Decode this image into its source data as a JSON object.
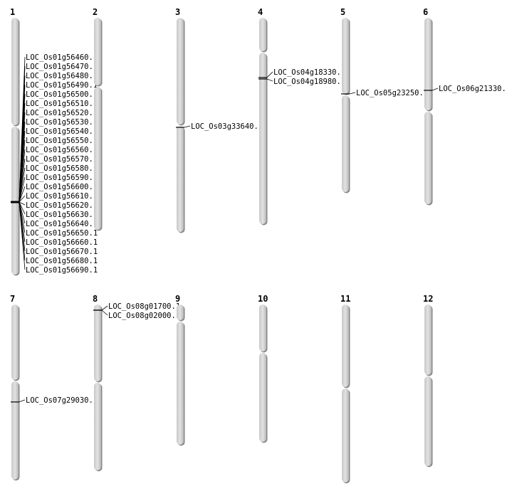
{
  "chromosomes": [
    {
      "name": "1",
      "genes": [
        "LOC_Os01g56460.1",
        "LOC_Os01g56470.1",
        "LOC_Os01g56480.1",
        "LOC_Os01g56490.1",
        "LOC_Os01g56500.1",
        "LOC_Os01g56510.1",
        "LOC_Os01g56520.1",
        "LOC_Os01g56530.1",
        "LOC_Os01g56540.1",
        "LOC_Os01g56550.1",
        "LOC_Os01g56560.1",
        "LOC_Os01g56570.1",
        "LOC_Os01g56580.1",
        "LOC_Os01g56590.1",
        "LOC_Os01g56600.1",
        "LOC_Os01g56610.1",
        "LOC_Os01g56620.1",
        "LOC_Os01g56630.1",
        "LOC_Os01g56640.1",
        "LOC_Os01g56650.1",
        "LOC_Os01g56660.1",
        "LOC_Os01g56670.1",
        "LOC_Os01g56680.1",
        "LOC_Os01g56690.1"
      ]
    },
    {
      "name": "2",
      "genes": []
    },
    {
      "name": "3",
      "genes": [
        "LOC_Os03g33640.1"
      ]
    },
    {
      "name": "4",
      "genes": [
        "LOC_Os04g18330.1",
        "LOC_Os04g18980.1"
      ]
    },
    {
      "name": "5",
      "genes": [
        "LOC_Os05g23250.1"
      ]
    },
    {
      "name": "6",
      "genes": [
        "LOC_Os06g21330.1"
      ]
    },
    {
      "name": "7",
      "genes": [
        "LOC_Os07g29030.1"
      ]
    },
    {
      "name": "8",
      "genes": [
        "LOC_Os08g01700.1",
        "LOC_Os08g02000.1"
      ]
    },
    {
      "name": "9",
      "genes": []
    },
    {
      "name": "10",
      "genes": []
    },
    {
      "name": "11",
      "genes": []
    },
    {
      "name": "12",
      "genes": []
    }
  ],
  "colors": {
    "chromosome_fill": "#d4d4d4",
    "chromosome_shadow": "#888888",
    "marker": "#000000"
  }
}
